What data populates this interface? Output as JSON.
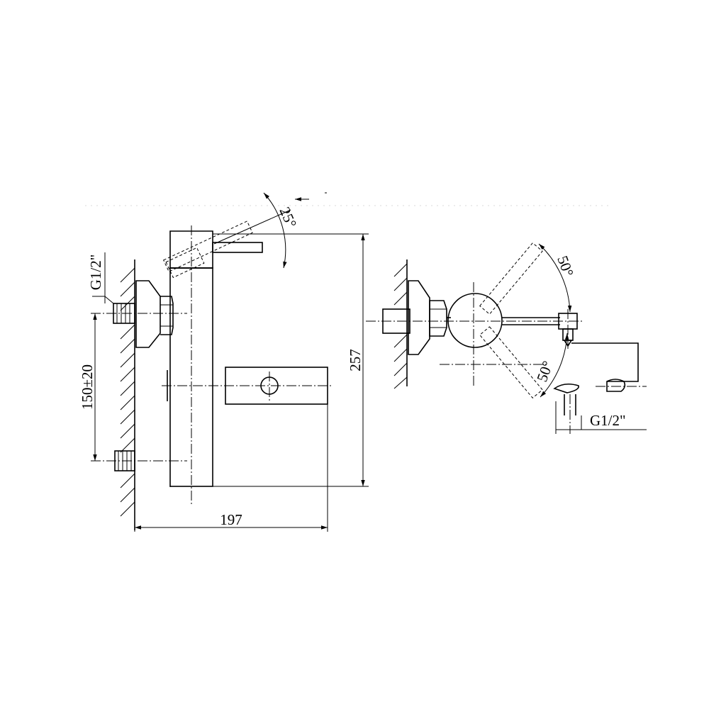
{
  "drawing": {
    "side_view": {
      "width_dim": "197",
      "height_dim": "257",
      "inlet_spacing_dim": "150±20",
      "thread_dim": "G1/2\"",
      "lever_angle_dim": "25°"
    },
    "front_view": {
      "lever_angle_up_dim": "50°",
      "lever_angle_down_dim": "50°",
      "thread_dim": "G1/2\""
    }
  }
}
